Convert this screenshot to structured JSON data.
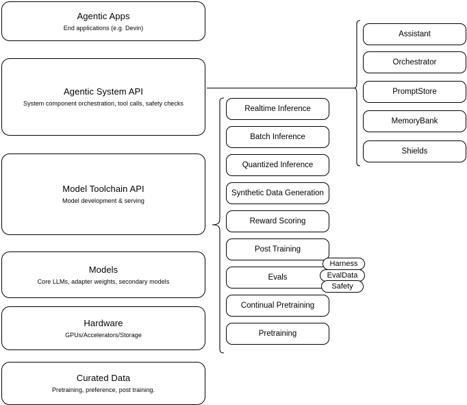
{
  "diagram": {
    "title": "AI stack layers",
    "background_color": "#ffffff",
    "stroke_color": "#000000"
  },
  "layers": [
    {
      "id": "agentic-apps",
      "title": "Agentic Apps",
      "subtitle": "End applications (e.g. Devin)"
    },
    {
      "id": "agentic-system-api",
      "title": "Agentic System API",
      "subtitle": "System component orchestration, tool calls, safety checks"
    },
    {
      "id": "model-toolchain-api",
      "title": "Model Toolchain API",
      "subtitle": "Model development & serving"
    },
    {
      "id": "models",
      "title": "Models",
      "subtitle": "Core LLMs, adapter weights, secondary models"
    },
    {
      "id": "hardware",
      "title": "Hardware",
      "subtitle": "GPUs/Accelerators/Storage"
    },
    {
      "id": "curated-data",
      "title": "Curated Data",
      "subtitle": "Pretraining, preference, post training."
    }
  ],
  "toolchain_capabilities": [
    {
      "id": "realtime-inference",
      "label": "Realtime Inference"
    },
    {
      "id": "batch-inference",
      "label": "Batch Inference"
    },
    {
      "id": "quantized-inference",
      "label": "Quantized Inference"
    },
    {
      "id": "synthetic-data-generation",
      "label": "Synthetic Data Generation"
    },
    {
      "id": "reward-scoring",
      "label": "Reward Scoring"
    },
    {
      "id": "post-training",
      "label": "Post Training"
    },
    {
      "id": "evals",
      "label": "Evals"
    },
    {
      "id": "continual-pretraining",
      "label": "Continual Pretraining"
    },
    {
      "id": "pretraining",
      "label": "Pretraining"
    }
  ],
  "evals_subcomponents": [
    {
      "id": "harness",
      "label": "Harness"
    },
    {
      "id": "evaldata",
      "label": "EvalData"
    },
    {
      "id": "safety",
      "label": "Safety"
    }
  ],
  "system_components": [
    {
      "id": "assistant",
      "label": "Assistant"
    },
    {
      "id": "orchestrator",
      "label": "Orchestrator"
    },
    {
      "id": "promptstore",
      "label": "PromptStore"
    },
    {
      "id": "memorybank",
      "label": "MemoryBank"
    },
    {
      "id": "shields",
      "label": "Shields"
    }
  ]
}
